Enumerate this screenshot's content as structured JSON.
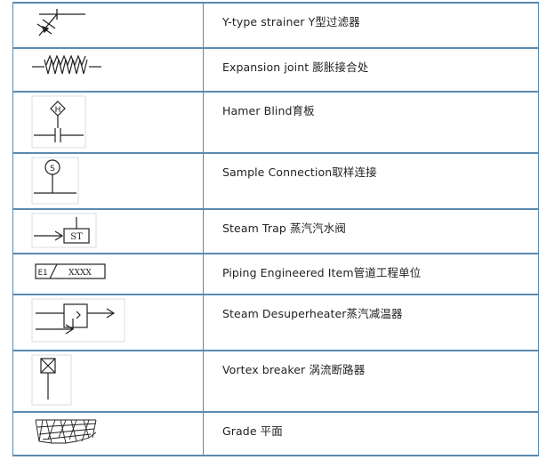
{
  "rows": [
    {
      "icon": "y-type-strainer-icon",
      "text": "Y-type strainer Y型过滤器"
    },
    {
      "icon": "expansion-joint-icon",
      "text": "Expansion joint  膨胀接合处"
    },
    {
      "icon": "hammer-blind-icon",
      "text": "Hamer Blind育板"
    },
    {
      "icon": "sample-connection-icon",
      "text": "Sample Connection取样连接"
    },
    {
      "icon": "steam-trap-icon",
      "text": "Steam Trap  蒸汽汽水阀",
      "symbol_label": "ST"
    },
    {
      "icon": "piping-item-icon",
      "text": "Piping Engineered Item管道工程单位",
      "symbol_label_left": "E1",
      "symbol_label_right": "XXXX"
    },
    {
      "icon": "steam-desuperheater-icon",
      "text": "Steam Desuperheater蒸汽减温器"
    },
    {
      "icon": "vortex-breaker-icon",
      "text": "Vortex breaker 涡流断路器"
    },
    {
      "icon": "grade-icon",
      "text": "Grade  平面"
    }
  ],
  "colors": {
    "border": "#5a8ab0",
    "line": "#222222",
    "text": "#222222"
  }
}
